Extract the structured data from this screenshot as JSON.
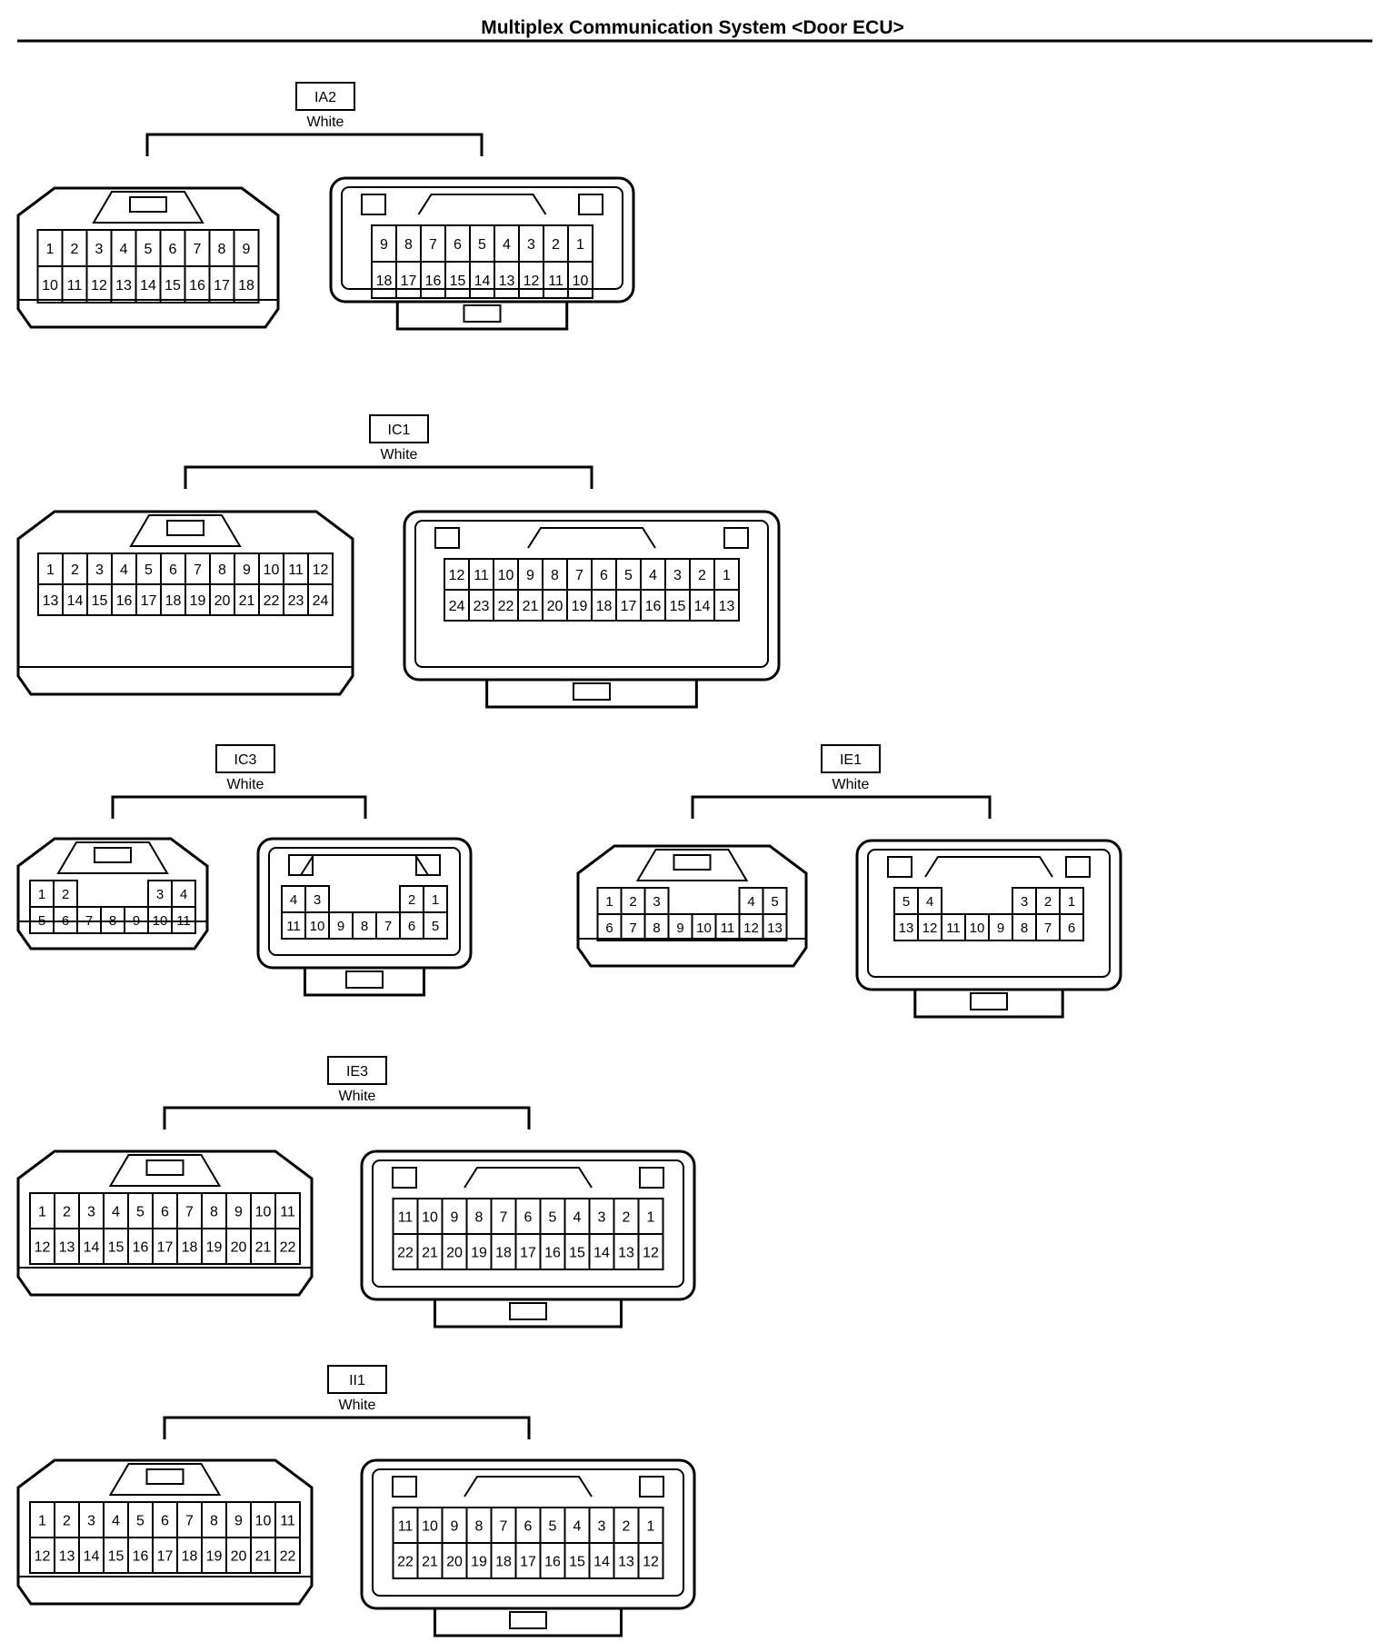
{
  "title": "Multiplex Communication System <Door ECU>",
  "connectors": [
    {
      "id": "IA2",
      "color_label": "White",
      "male_rows": [
        [
          "1",
          "2",
          "3",
          "4",
          "5",
          "6",
          "7",
          "8",
          "9"
        ],
        [
          "10",
          "11",
          "12",
          "13",
          "14",
          "15",
          "16",
          "17",
          "18"
        ]
      ],
      "female_rows": [
        [
          "9",
          "8",
          "7",
          "6",
          "5",
          "4",
          "3",
          "2",
          "1"
        ],
        [
          "18",
          "17",
          "16",
          "15",
          "14",
          "13",
          "12",
          "11",
          "10"
        ]
      ]
    },
    {
      "id": "IC1",
      "color_label": "White",
      "male_rows": [
        [
          "1",
          "2",
          "3",
          "4",
          "5",
          "6",
          "7",
          "8",
          "9",
          "10",
          "11",
          "12"
        ],
        [
          "13",
          "14",
          "15",
          "16",
          "17",
          "18",
          "19",
          "20",
          "21",
          "22",
          "23",
          "24"
        ]
      ],
      "female_rows": [
        [
          "12",
          "11",
          "10",
          "9",
          "8",
          "7",
          "6",
          "5",
          "4",
          "3",
          "2",
          "1"
        ],
        [
          "24",
          "23",
          "22",
          "21",
          "20",
          "19",
          "18",
          "17",
          "16",
          "15",
          "14",
          "13"
        ]
      ]
    },
    {
      "id": "IC3",
      "color_label": "White",
      "male_rows": [
        [
          "1",
          "2",
          "",
          "",
          "",
          "3",
          "4"
        ],
        [
          "5",
          "6",
          "7",
          "8",
          "9",
          "10",
          "11"
        ]
      ],
      "female_rows": [
        [
          "4",
          "3",
          "",
          "",
          "",
          "2",
          "1"
        ],
        [
          "11",
          "10",
          "9",
          "8",
          "7",
          "6",
          "5"
        ]
      ]
    },
    {
      "id": "IE1",
      "color_label": "White",
      "male_rows": [
        [
          "1",
          "2",
          "3",
          "",
          "",
          "",
          "4",
          "5"
        ],
        [
          "6",
          "7",
          "8",
          "9",
          "10",
          "11",
          "12",
          "13"
        ]
      ],
      "female_rows": [
        [
          "5",
          "4",
          "",
          "",
          "",
          "3",
          "2",
          "1"
        ],
        [
          "13",
          "12",
          "11",
          "10",
          "9",
          "8",
          "7",
          "6"
        ]
      ]
    },
    {
      "id": "IE3",
      "color_label": "White",
      "male_rows": [
        [
          "1",
          "2",
          "3",
          "4",
          "5",
          "6",
          "7",
          "8",
          "9",
          "10",
          "11"
        ],
        [
          "12",
          "13",
          "14",
          "15",
          "16",
          "17",
          "18",
          "19",
          "20",
          "21",
          "22"
        ]
      ],
      "female_rows": [
        [
          "11",
          "10",
          "9",
          "8",
          "7",
          "6",
          "5",
          "4",
          "3",
          "2",
          "1"
        ],
        [
          "22",
          "21",
          "20",
          "19",
          "18",
          "17",
          "16",
          "15",
          "14",
          "13",
          "12"
        ]
      ]
    },
    {
      "id": "II1",
      "color_label": "White",
      "male_rows": [
        [
          "1",
          "2",
          "3",
          "4",
          "5",
          "6",
          "7",
          "8",
          "9",
          "10",
          "11"
        ],
        [
          "12",
          "13",
          "14",
          "15",
          "16",
          "17",
          "18",
          "19",
          "20",
          "21",
          "22"
        ]
      ],
      "female_rows": [
        [
          "11",
          "10",
          "9",
          "8",
          "7",
          "6",
          "5",
          "4",
          "3",
          "2",
          "1"
        ],
        [
          "22",
          "21",
          "20",
          "19",
          "18",
          "17",
          "16",
          "15",
          "14",
          "13",
          "12"
        ]
      ]
    }
  ]
}
